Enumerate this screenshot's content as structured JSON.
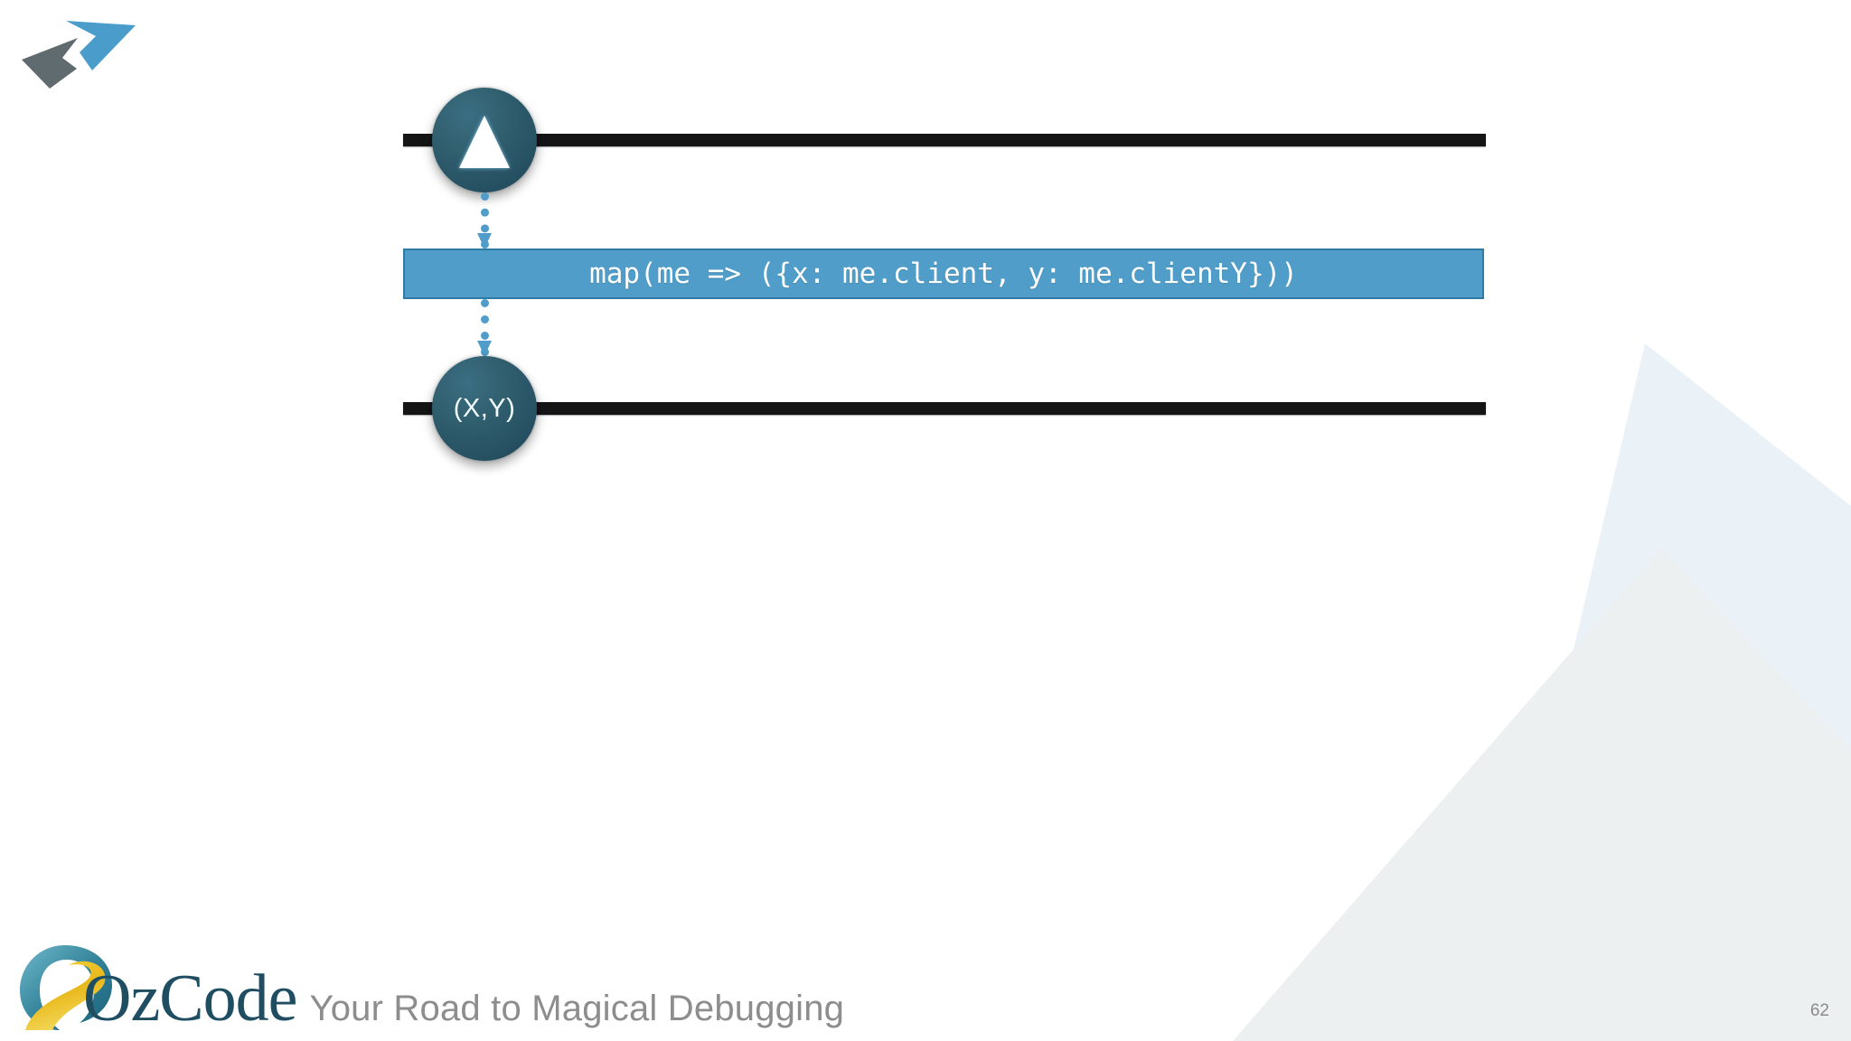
{
  "slide": {
    "number": "62",
    "background_color": "#ffffff"
  },
  "corner_logo": {
    "name": "rxjs-arrow-logo",
    "blue_color": "#4a9ccb",
    "gray_color": "#5f6b6e"
  },
  "diagram": {
    "type": "rxjs-marble-diagram",
    "source_stream": {
      "label": "",
      "marble_label": "",
      "marble_icon": "triangle-up-icon",
      "timeline_color": "#151515"
    },
    "operator": {
      "code": "map(me => ({x: me.client, y: me.clientY}))",
      "fill_color": "#4f9dc8",
      "border_color": "#2e7ba5",
      "text_color": "#ffffff"
    },
    "result_stream": {
      "marble_label": "(X,Y)",
      "timeline_color": "#151515"
    },
    "connector_color": "#4f9dc8",
    "marble_gradient_from": "#3b6e84",
    "marble_gradient_to": "#1d4154"
  },
  "brand": {
    "name": "OzCode",
    "tagline": "Your Road to Magical Debugging",
    "name_color": "#1f4e63",
    "tagline_color": "#8d8d8d",
    "ring_color": "#2e7f97",
    "road_color": "#efc419"
  }
}
